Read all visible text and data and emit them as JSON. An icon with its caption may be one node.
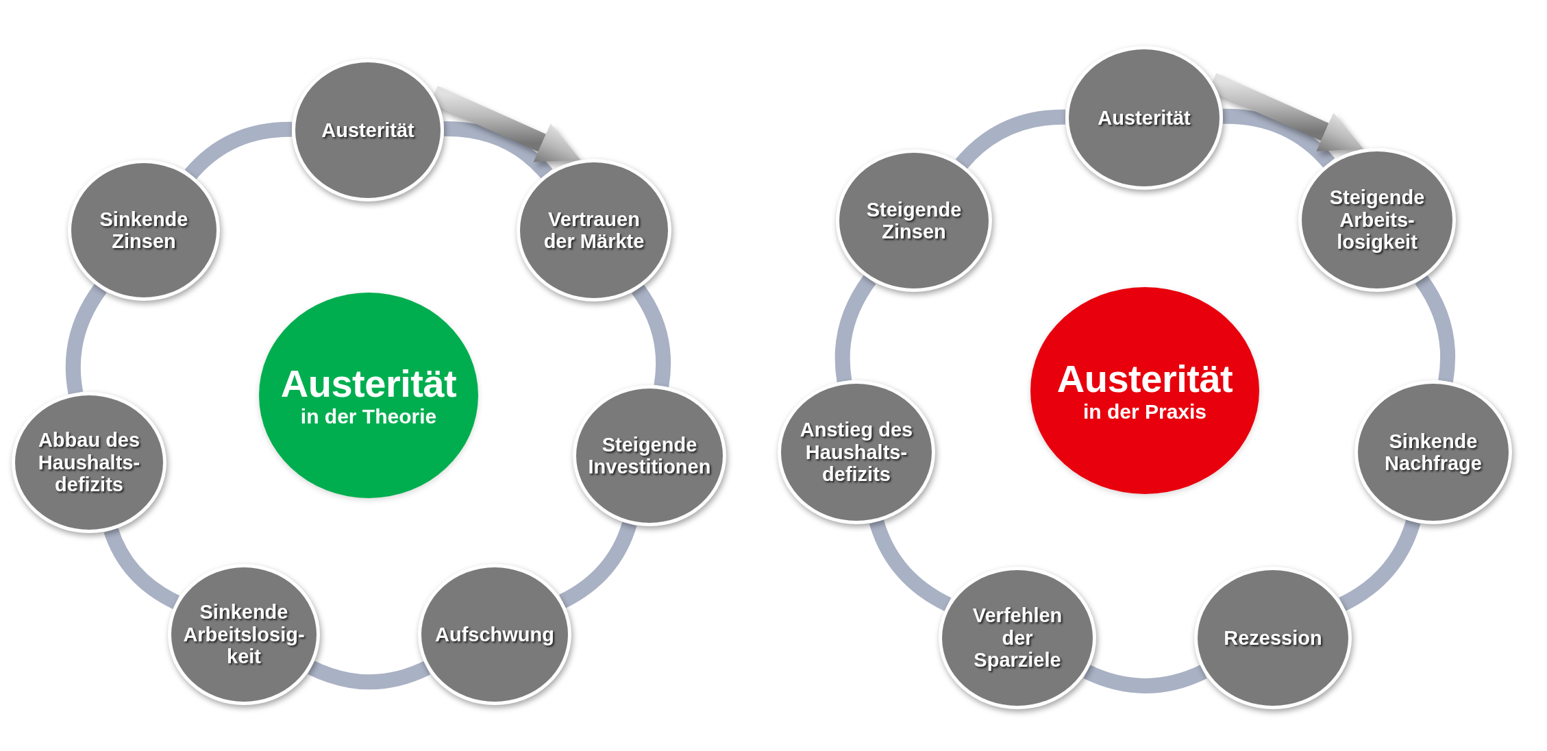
{
  "diagram": {
    "nodes": [
      {
        "text": [
          "Austerität",
          "in der Theorie"
        ]
      },
      {
        "text": [
          "Austerität"
        ]
      },
      {
        "text": [
          "Vertrauen der Märkte"
        ]
      },
      {
        "text": [
          "Steigende Investitionen"
        ]
      },
      {
        "text": [
          "Aufschwung"
        ]
      },
      {
        "text": [
          "Sinkende Arbeitslosig- keit"
        ]
      },
      {
        "text": [
          "Abbau des Haushalts- defizits"
        ]
      },
      {
        "text": [
          "Sinkende Zinsen"
        ]
      },
      {
        "text": [
          "Austerität",
          "in der Praxis"
        ]
      },
      {
        "text": [
          "Austerität"
        ]
      },
      {
        "text": [
          "Steigende Arbeits- losigkeit"
        ]
      },
      {
        "text": [
          "Sinkende Nachfrage"
        ]
      },
      {
        "text": [
          "Rezession"
        ]
      },
      {
        "text": [
          "Verfehlen der Sparziele"
        ]
      },
      {
        "text": [
          "Anstieg des Haushalts- defizits"
        ]
      },
      {
        "text": [
          "Steigende Zinsen"
        ]
      }
    ],
    "edges": [
      {
        "from": 1,
        "to": 2,
        "arrow": "none"
      },
      {
        "from": 2,
        "to": 3,
        "arrow": "none"
      },
      {
        "from": 3,
        "to": 4,
        "arrow": "none"
      },
      {
        "from": 4,
        "to": 5,
        "arrow": "none"
      },
      {
        "from": 5,
        "to": 6,
        "arrow": "none"
      },
      {
        "from": 6,
        "to": 7,
        "arrow": "none"
      },
      {
        "from": 7,
        "to": 1,
        "arrow": "none"
      },
      {
        "from": 1,
        "to": 2,
        "arrow": "to",
        "style": "thick",
        "color": "#a8a8a8"
      },
      {
        "from": 9,
        "to": 10,
        "arrow": "none"
      },
      {
        "from": 10,
        "to": 11,
        "arrow": "none"
      },
      {
        "from": 11,
        "to": 12,
        "arrow": "none"
      },
      {
        "from": 12,
        "to": 13,
        "arrow": "none"
      },
      {
        "from": 13,
        "to": 14,
        "arrow": "none"
      },
      {
        "from": 14,
        "to": 15,
        "arrow": "none"
      },
      {
        "from": 15,
        "to": 9,
        "arrow": "none"
      },
      {
        "from": 9,
        "to": 10,
        "arrow": "to",
        "style": "thick",
        "color": "#a8a8a8"
      }
    ]
  }
}
